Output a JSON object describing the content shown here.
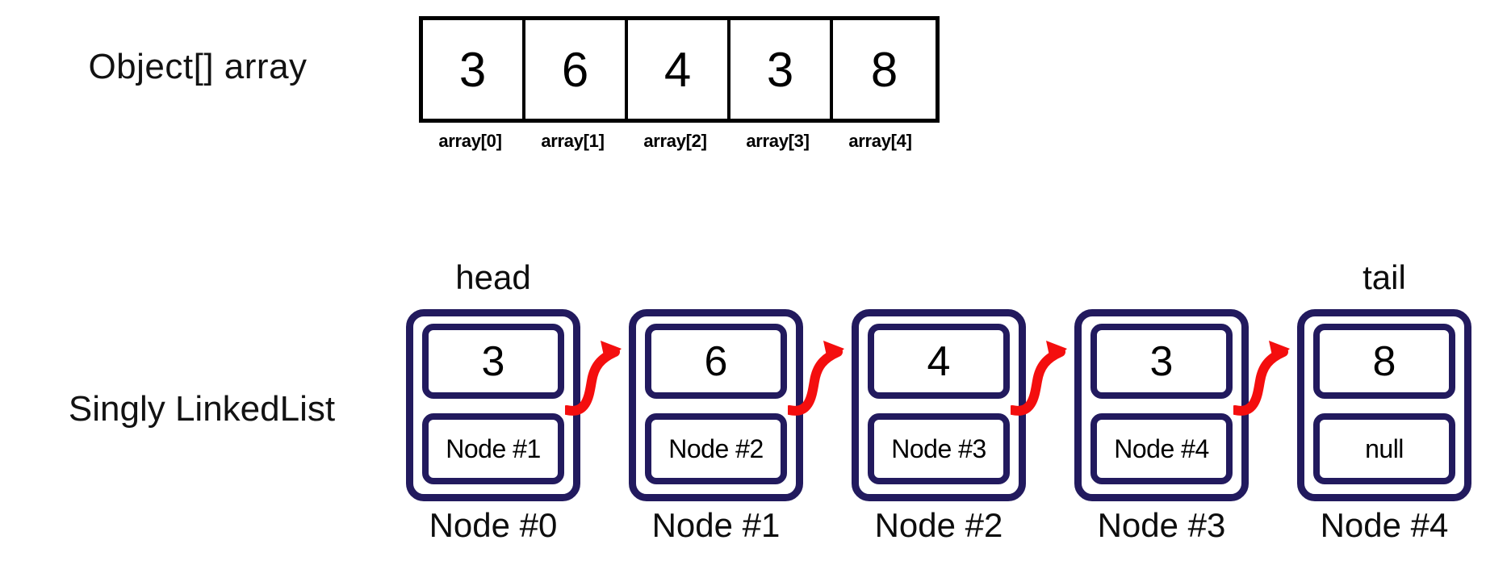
{
  "diagram": {
    "title_array": "Object[]  array",
    "title_list": "Singly LinkedList",
    "colors": {
      "node_border": "#221a5e",
      "arrow": "#f40e0e",
      "array_border": "#000000",
      "text": "#000000",
      "background": "#ffffff"
    }
  },
  "array": {
    "label": "Object[]  array",
    "cells": [
      {
        "value": "3",
        "index_label": "array[0]"
      },
      {
        "value": "6",
        "index_label": "array[1]"
      },
      {
        "value": "4",
        "index_label": "array[2]"
      },
      {
        "value": "3",
        "index_label": "array[3]"
      },
      {
        "value": "8",
        "index_label": "array[4]"
      }
    ]
  },
  "linked_list": {
    "label": "Singly LinkedList",
    "head_label": "head",
    "tail_label": "tail",
    "nodes": [
      {
        "value": "3",
        "next": "Node #1",
        "caption": "Node #0"
      },
      {
        "value": "6",
        "next": "Node #2",
        "caption": "Node #1"
      },
      {
        "value": "4",
        "next": "Node #3",
        "caption": "Node #2"
      },
      {
        "value": "3",
        "next": "Node #4",
        "caption": "Node #3"
      },
      {
        "value": "8",
        "next": "null",
        "caption": "Node #4"
      }
    ],
    "arrows": [
      {
        "from": "Node #0",
        "to": "Node #1"
      },
      {
        "from": "Node #1",
        "to": "Node #2"
      },
      {
        "from": "Node #2",
        "to": "Node #3"
      },
      {
        "from": "Node #3",
        "to": "Node #4"
      }
    ]
  }
}
